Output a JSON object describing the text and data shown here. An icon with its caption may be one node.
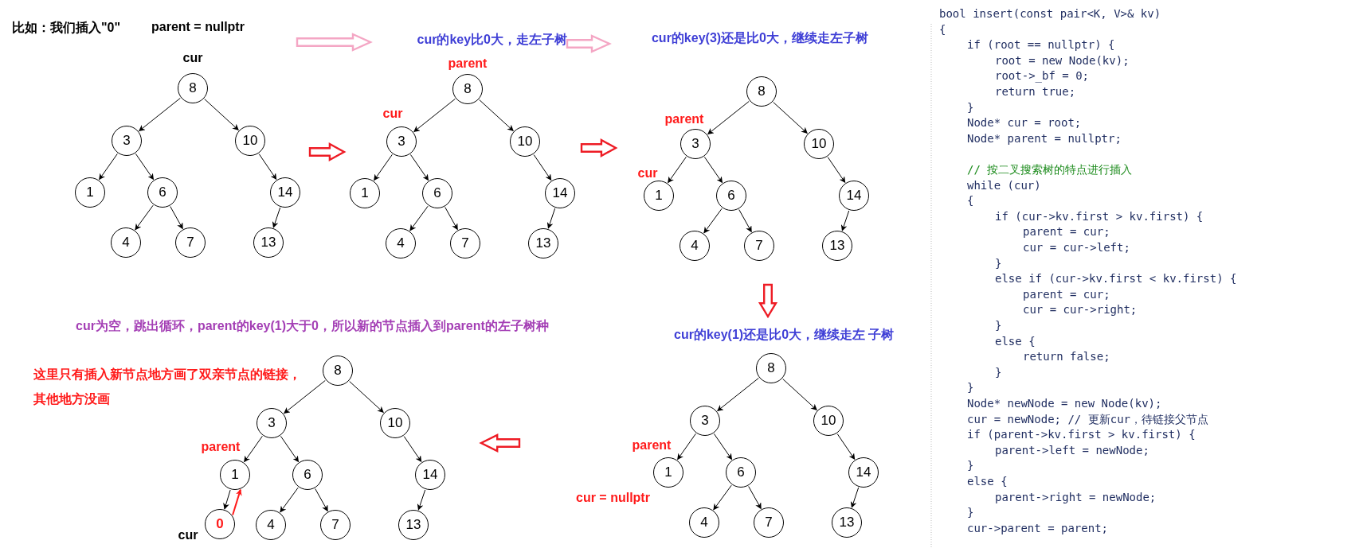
{
  "diagram": {
    "nodes": [
      {
        "text": [
          "parent = nullptr"
        ]
      },
      {
        "text": [
          "cur的key比0大，走左子树"
        ]
      },
      {
        "text": [
          "cur的key(3)还是比0大，继续走左子树"
        ]
      },
      {
        "text": [],
        "shape": "tree"
      },
      {
        "text": [
          "8"
        ],
        "beside": [
          "cur"
        ],
        "in": 3
      },
      {
        "text": [
          "3"
        ],
        "in": 3
      },
      {
        "text": [
          "10"
        ],
        "in": 3
      },
      {
        "text": [
          "1"
        ],
        "in": 3
      },
      {
        "text": [
          "6"
        ],
        "in": 3
      },
      {
        "text": [
          "14"
        ],
        "in": 3
      },
      {
        "text": [
          "4"
        ],
        "in": 3
      },
      {
        "text": [
          "7"
        ],
        "in": 3
      },
      {
        "text": [
          "13"
        ],
        "in": 3
      },
      {
        "text": [],
        "shape": "tree"
      },
      {
        "text": [
          "8"
        ],
        "beside": [
          "parent"
        ],
        "in": 13
      },
      {
        "text": [
          "3"
        ],
        "beside": [
          "cur"
        ],
        "in": 13
      },
      {
        "text": [
          "10"
        ],
        "in": 13
      },
      {
        "text": [
          "1"
        ],
        "in": 13
      },
      {
        "text": [
          "6"
        ],
        "in": 13
      },
      {
        "text": [
          "14"
        ],
        "in": 13
      },
      {
        "text": [
          "4"
        ],
        "in": 13
      },
      {
        "text": [
          "7"
        ],
        "in": 13
      },
      {
        "text": [
          "13"
        ],
        "in": 13
      },
      {
        "text": [],
        "shape": "tree"
      },
      {
        "text": [
          "8"
        ],
        "in": 23
      },
      {
        "text": [
          "3"
        ],
        "beside": [
          "parent"
        ],
        "in": 23
      },
      {
        "text": [
          "10"
        ],
        "in": 23
      },
      {
        "text": [
          "1"
        ],
        "beside": [
          "cur"
        ],
        "in": 23
      },
      {
        "text": [
          "6"
        ],
        "in": 23
      },
      {
        "text": [
          "14"
        ],
        "in": 23
      },
      {
        "text": [
          "4"
        ],
        "in": 23
      },
      {
        "text": [
          "7"
        ],
        "in": 23
      },
      {
        "text": [
          "13"
        ],
        "in": 23
      },
      {
        "text": [],
        "shape": "tree"
      },
      {
        "text": [
          "8"
        ],
        "in": 33
      },
      {
        "text": [
          "3"
        ],
        "in": 33
      },
      {
        "text": [
          "10"
        ],
        "in": 33
      },
      {
        "text": [
          "1"
        ],
        "beside": [
          "parent"
        ],
        "in": 33
      },
      {
        "text": [
          "6"
        ],
        "in": 33
      },
      {
        "text": [
          "14"
        ],
        "in": 33
      },
      {
        "text": [
          "0"
        ],
        "beside": [
          "cur"
        ],
        "in": 33
      },
      {
        "text": [
          "4"
        ],
        "in": 33
      },
      {
        "text": [
          "7"
        ],
        "in": 33
      },
      {
        "text": [
          "13"
        ],
        "in": 33
      },
      {
        "text": [],
        "shape": "tree",
        "beside": [
          "cur = nullptr"
        ]
      },
      {
        "text": [
          "8"
        ],
        "in": 44
      },
      {
        "text": [
          "3"
        ],
        "in": 44
      },
      {
        "text": [
          "10"
        ],
        "in": 44
      },
      {
        "text": [
          "1"
        ],
        "beside": [
          "parent"
        ],
        "in": 44
      },
      {
        "text": [
          "6"
        ],
        "in": 44
      },
      {
        "text": [
          "14"
        ],
        "in": 44
      },
      {
        "text": [
          "4"
        ],
        "in": 44
      },
      {
        "text": [
          "7"
        ],
        "in": 44
      },
      {
        "text": [
          "13"
        ],
        "in": 44
      }
    ],
    "edges": [
      {
        "from": 4,
        "to": 5,
        "arrow": "to"
      },
      {
        "from": 4,
        "to": 6,
        "arrow": "to"
      },
      {
        "from": 5,
        "to": 7,
        "arrow": "to"
      },
      {
        "from": 5,
        "to": 8,
        "arrow": "to"
      },
      {
        "from": 6,
        "to": 9,
        "arrow": "to"
      },
      {
        "from": 8,
        "to": 10,
        "arrow": "to"
      },
      {
        "from": 8,
        "to": 11,
        "arrow": "to"
      },
      {
        "from": 9,
        "to": 12,
        "arrow": "to"
      },
      {
        "from": 14,
        "to": 15,
        "arrow": "to"
      },
      {
        "from": 14,
        "to": 16,
        "arrow": "to"
      },
      {
        "from": 15,
        "to": 17,
        "arrow": "to"
      },
      {
        "from": 15,
        "to": 18,
        "arrow": "to"
      },
      {
        "from": 16,
        "to": 19,
        "arrow": "to"
      },
      {
        "from": 18,
        "to": 20,
        "arrow": "to"
      },
      {
        "from": 18,
        "to": 21,
        "arrow": "to"
      },
      {
        "from": 19,
        "to": 22,
        "arrow": "to"
      },
      {
        "from": 24,
        "to": 25,
        "arrow": "to"
      },
      {
        "from": 24,
        "to": 26,
        "arrow": "to"
      },
      {
        "from": 25,
        "to": 27,
        "arrow": "to"
      },
      {
        "from": 25,
        "to": 28,
        "arrow": "to"
      },
      {
        "from": 26,
        "to": 29,
        "arrow": "to"
      },
      {
        "from": 28,
        "to": 30,
        "arrow": "to"
      },
      {
        "from": 28,
        "to": 31,
        "arrow": "to"
      },
      {
        "from": 29,
        "to": 32,
        "arrow": "to"
      },
      {
        "from": 34,
        "to": 35,
        "arrow": "to"
      },
      {
        "from": 34,
        "to": 36,
        "arrow": "to"
      },
      {
        "from": 35,
        "to": 37,
        "arrow": "to"
      },
      {
        "from": 35,
        "to": 38,
        "arrow": "to"
      },
      {
        "from": 36,
        "to": 39,
        "arrow": "to"
      },
      {
        "from": 37,
        "to": 40,
        "arrow": "to"
      },
      {
        "from": 40,
        "to": 37,
        "arrow": "to",
        "color": "#ff1a1a"
      },
      {
        "from": 38,
        "to": 41,
        "arrow": "to"
      },
      {
        "from": 38,
        "to": 42,
        "arrow": "to"
      },
      {
        "from": 39,
        "to": 43,
        "arrow": "to"
      },
      {
        "from": 45,
        "to": 46,
        "arrow": "to"
      },
      {
        "from": 45,
        "to": 47,
        "arrow": "to"
      },
      {
        "from": 46,
        "to": 48,
        "arrow": "to"
      },
      {
        "from": 46,
        "to": 49,
        "arrow": "to"
      },
      {
        "from": 47,
        "to": 50,
        "arrow": "to"
      },
      {
        "from": 49,
        "to": 51,
        "arrow": "to"
      },
      {
        "from": 49,
        "to": 52,
        "arrow": "to"
      },
      {
        "from": 50,
        "to": 53,
        "arrow": "to"
      },
      {
        "from": 0,
        "to": 1,
        "arrow": "to",
        "style": "thick",
        "color": "#f4a6c4"
      },
      {
        "from": 1,
        "to": 2,
        "arrow": "to",
        "style": "thick",
        "color": "#f4a6c4"
      },
      {
        "from": 3,
        "to": 13,
        "arrow": "to",
        "style": "thick",
        "color": "#ee1c25"
      },
      {
        "from": 13,
        "to": 23,
        "arrow": "to",
        "style": "thick",
        "color": "#ee1c25"
      },
      {
        "from": 23,
        "to": 44,
        "arrow": "to",
        "style": "thick",
        "color": "#ee1c25"
      },
      {
        "from": 44,
        "to": 33,
        "arrow": "to",
        "style": "thick",
        "color": "#ee1c25"
      }
    ],
    "labels": [
      "比如：我们插入\"0\"",
      "cur为空，跳出循环，parent的key(1)大于0，所以新的节点插入到parent的左子树种",
      "cur的key(1)还是比0大，继续走左 子树",
      "这里只有插入新节点地方画了双亲节点的链接，",
      "其他地方没画",
      "bool insert(const pair<K, V>& kv)",
      "{",
      "if (root == nullptr) {",
      "root = new Node(kv);",
      "root->_bf = 0;",
      "return true;",
      "}",
      "Node* cur = root;",
      "Node* parent = nullptr;",
      "// 按二叉搜索树的特点进行插入",
      "while (cur)",
      "{",
      "if (cur->kv.first > kv.first) {",
      "parent = cur;",
      "cur = cur->left;",
      "}",
      "else if (cur->kv.first < kv.first) {",
      "parent = cur;",
      "cur = cur->right;",
      "}",
      "else {",
      "return false;",
      "}",
      "}",
      "Node* newNode = new Node(kv);",
      "cur = newNode; // 更新cur，待链接父节点",
      "if (parent->kv.first > kv.first) {",
      "parent->left = newNode;",
      "}",
      "else {",
      "parent->right = newNode;",
      "}",
      "cur->parent = parent;"
    ]
  }
}
